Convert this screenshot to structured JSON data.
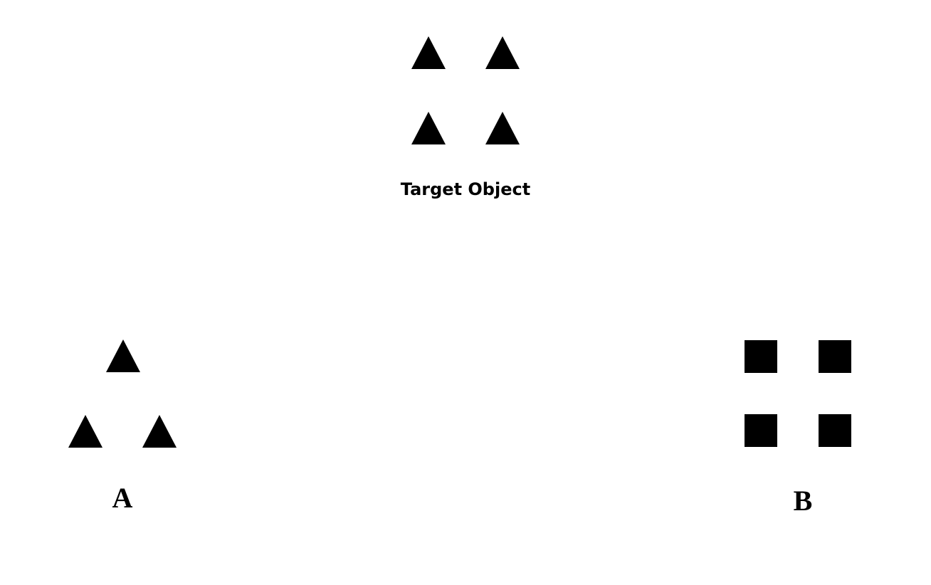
{
  "colors": {
    "background": "#ffffff",
    "shape_fill": "#000000"
  },
  "target": {
    "label": "Target Object",
    "shape": "triangle",
    "count": 4
  },
  "options": [
    {
      "label": "A",
      "shape": "triangle",
      "count": 3
    },
    {
      "label": "B",
      "shape": "square",
      "count": 4
    }
  ]
}
